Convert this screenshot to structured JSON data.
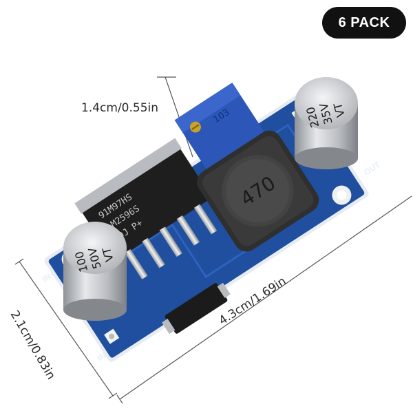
{
  "badge": {
    "label": "6 PACK"
  },
  "dimensions": {
    "height": "1.4cm/0.55in",
    "length": "4.3cm/1.69in",
    "width": "2.1cm/0.83in"
  },
  "board": {
    "chip_lines": [
      "LM2596S",
      "ADJ P+"
    ],
    "chip_code": "91M97HS",
    "inductor_label": "470",
    "input_cap": {
      "voltage": "50V",
      "capacitance": "100",
      "brand": "VT"
    },
    "output_cap": {
      "voltage": "35V",
      "capacitance": "220",
      "brand": "VT"
    },
    "pot_label": "103",
    "pin_in_plus": "IN+",
    "pin_in_minus": "IN-",
    "pin_out": "OUT"
  },
  "colors": {
    "pcb": "#1f4f9e",
    "potentiometer": "#2c56b8",
    "inductor": "#3a3a3a",
    "capacitor": "#c9ccd0",
    "badge": "#111111"
  }
}
